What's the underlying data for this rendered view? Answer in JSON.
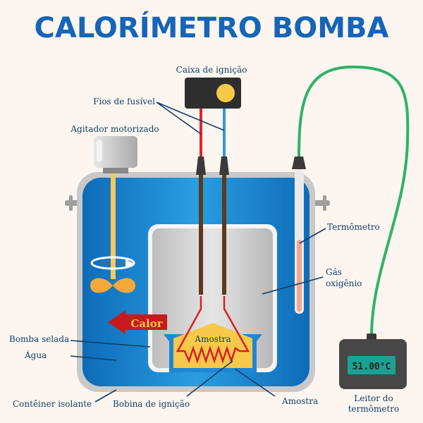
{
  "title": "CALORÍMETRO BOMBA",
  "labels": {
    "ignition_box": "Caixa de ignição",
    "fuse_wires": "Fios de fusível",
    "stirrer": "Agitador motorizado",
    "thermometer": "Termômetro",
    "oxygen_line1": "Gás",
    "oxygen_line2": "oxigênio",
    "sealed_bomb": "Bomba selada",
    "water": "Água",
    "container": "Contêiner isolante",
    "ignition_coil": "Bobina de ignição",
    "sample": "Amostra",
    "sample_inner": "Amostra",
    "reader_line1": "Leitor do",
    "reader_line2": "termômetro",
    "heat": "Calor"
  },
  "reader": {
    "value": "51.00°C"
  },
  "colors": {
    "title": "#1565b8",
    "water": "#1a7cc7",
    "heat_arrow": "#c8191e",
    "reader_screen": "#1aa394",
    "cable": "#2fb36a"
  }
}
